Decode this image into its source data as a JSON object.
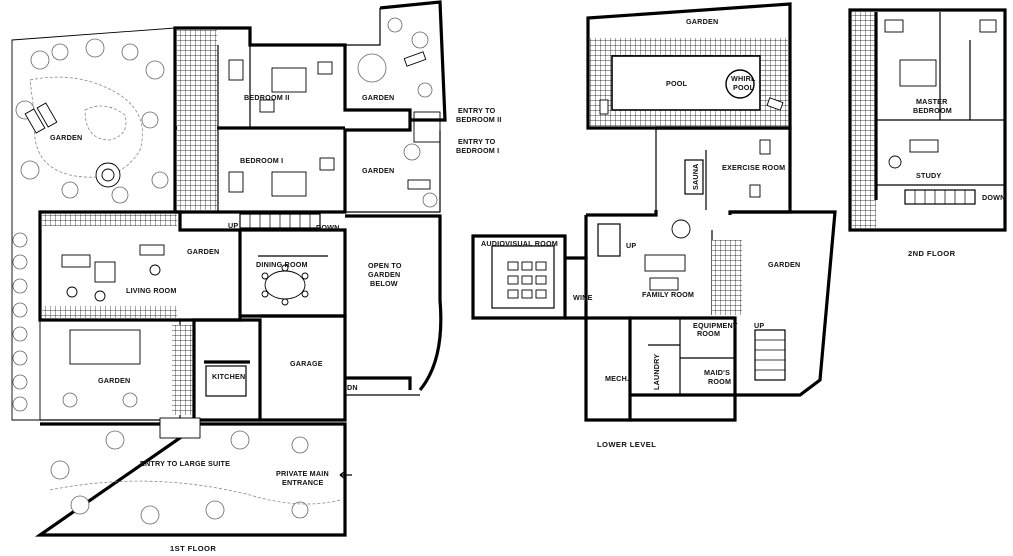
{
  "floors": {
    "first": {
      "caption": "1ST FLOOR",
      "rooms": {
        "garden_west": "GARDEN",
        "bedroom_2": "BEDROOM II",
        "garden_north": "GARDEN",
        "entry_bedroom_2": [
          "ENTRY TO",
          "BEDROOM II"
        ],
        "entry_bedroom_1": [
          "ENTRY TO",
          "BEDROOM I"
        ],
        "bedroom_1": "BEDROOM I",
        "garden_mid": "GARDEN",
        "up": "UP",
        "down": "DOWN",
        "garden_small": "GARDEN",
        "dining_room": "DINING ROOM",
        "open_to_garden": [
          "OPEN TO",
          "GARDEN",
          "BELOW"
        ],
        "living_room": "LIVING ROOM",
        "garden_south": "GARDEN",
        "kitchen": "KITCHEN",
        "garage": "GARAGE",
        "dn": "DN",
        "entry_large_suite": "ENTRY TO LARGE SUITE",
        "private_entrance": [
          "PRIVATE MAIN",
          "ENTRANCE"
        ]
      }
    },
    "lower": {
      "caption": "LOWER LEVEL",
      "rooms": {
        "garden_top": "GARDEN",
        "pool": "POOL",
        "whirlpool": [
          "WHIRL",
          "POOL"
        ],
        "sauna": "SAUNA",
        "exercise_room": "EXERCISE ROOM",
        "audiovisual_room": "AUDIOVISUAL ROOM",
        "up_left": "UP",
        "family_room": "FAMILY ROOM",
        "wine": "WINE",
        "garden_right": "GARDEN",
        "equipment_room": [
          "EQUIPMENT",
          "ROOM"
        ],
        "up_right": "UP",
        "mech": "MECH.",
        "laundry": "LAUNDRY",
        "maids_room": [
          "MAID'S",
          "ROOM"
        ]
      }
    },
    "second": {
      "caption": "2ND FLOOR",
      "rooms": {
        "master_bedroom": [
          "MASTER",
          "BEDROOM"
        ],
        "study": "STUDY",
        "down": "DOWN"
      }
    }
  }
}
